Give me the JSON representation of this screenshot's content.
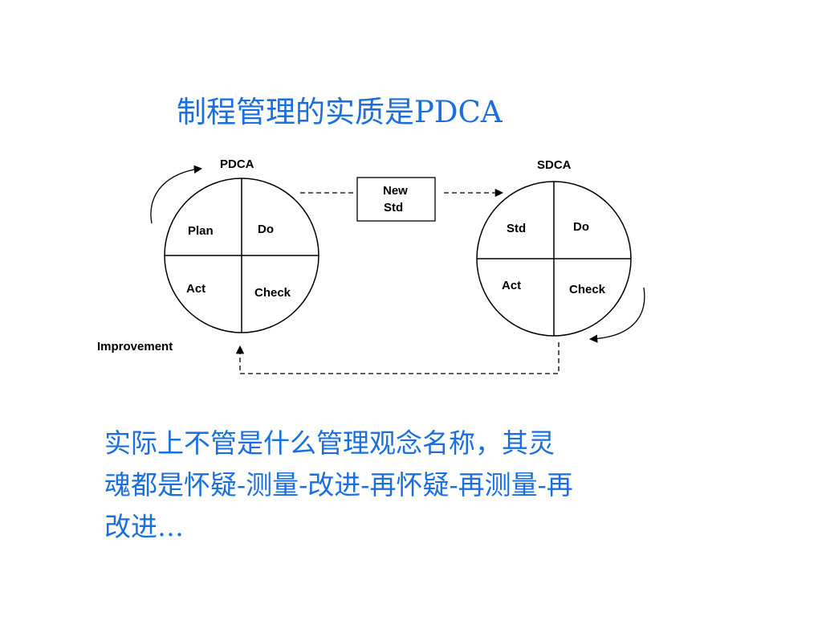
{
  "slide": {
    "title": "制程管理的实质是PDCA",
    "body_lines": [
      "实际上不管是什么管理观念名称，其灵",
      "魂都是怀疑-测量-改进-再怀疑-再测量-再",
      "改进…"
    ]
  },
  "diagram": {
    "pdca": {
      "label": "PDCA",
      "quadrants": {
        "plan": "Plan",
        "do": "Do",
        "act": "Act",
        "check": "Check"
      }
    },
    "sdca": {
      "label": "SDCA",
      "quadrants": {
        "std": "Std",
        "do": "Do",
        "act": "Act",
        "check": "Check"
      }
    },
    "new_std": {
      "line1": "New",
      "line2": "Std"
    },
    "improvement_label": "Improvement"
  }
}
